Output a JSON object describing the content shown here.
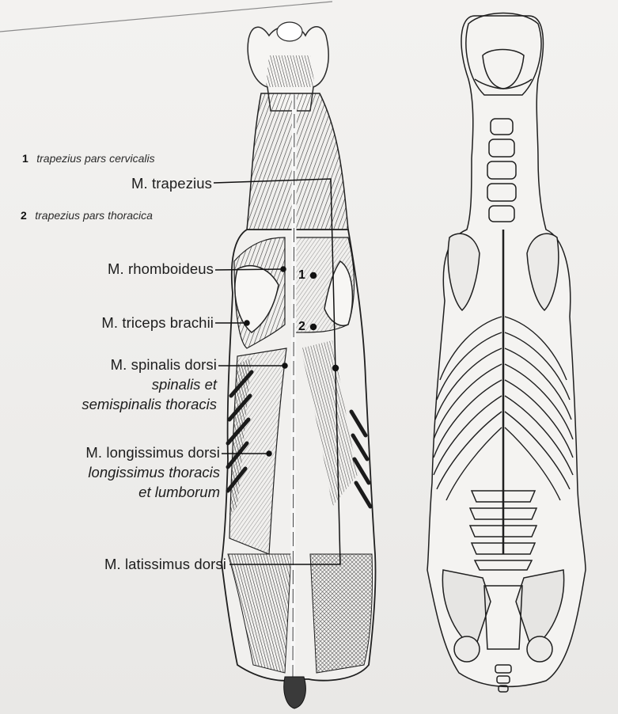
{
  "legend": {
    "item1_num": "1",
    "item1_text": "trapezius pars cervicalis",
    "item2_num": "2",
    "item2_text": "trapezius pars thoracica"
  },
  "labels": {
    "trapezius": "M. trapezius",
    "rhomboideus": "M. rhomboideus",
    "triceps": "M. triceps brachii",
    "spinalis": "M. spinalis dorsi",
    "spinalis_sub1": "spinalis et",
    "spinalis_sub2": "semispinalis thoracis",
    "longissimus": "M. longissimus dorsi",
    "longissimus_sub1": "longissimus thoracis",
    "longissimus_sub2": "et lumborum",
    "latissimus": "M. latissimus dorsi"
  },
  "markers": {
    "marker1": "1",
    "marker2": "2"
  }
}
